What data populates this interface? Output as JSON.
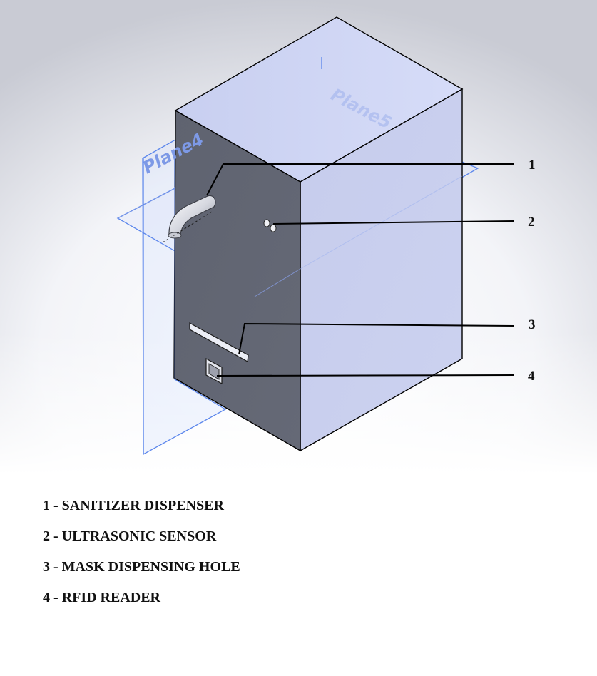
{
  "planes": {
    "plane4": "Plane4",
    "plane5": "Plane5"
  },
  "callouts": [
    {
      "number": "1",
      "label": "SANITIZER DISPENSER"
    },
    {
      "number": "2",
      "label": "ULTRASONIC SENSOR"
    },
    {
      "number": "3",
      "label": "MASK DISPENSING HOLE"
    },
    {
      "number": "4",
      "label": "RFID READER"
    }
  ],
  "legend_items": [
    "1 - SANITIZER DISPENSER",
    "2 - ULTRASONIC SENSOR",
    "3 - MASK DISPENSING HOLE",
    "4 - RFID READER"
  ],
  "colors": {
    "front_face": "#60646f",
    "side_face": "#c9cfee",
    "top_face": "#cdd4f4",
    "plane_line": "#5b86ec",
    "plane_label": "#7d99e6",
    "leader": "#000000"
  }
}
